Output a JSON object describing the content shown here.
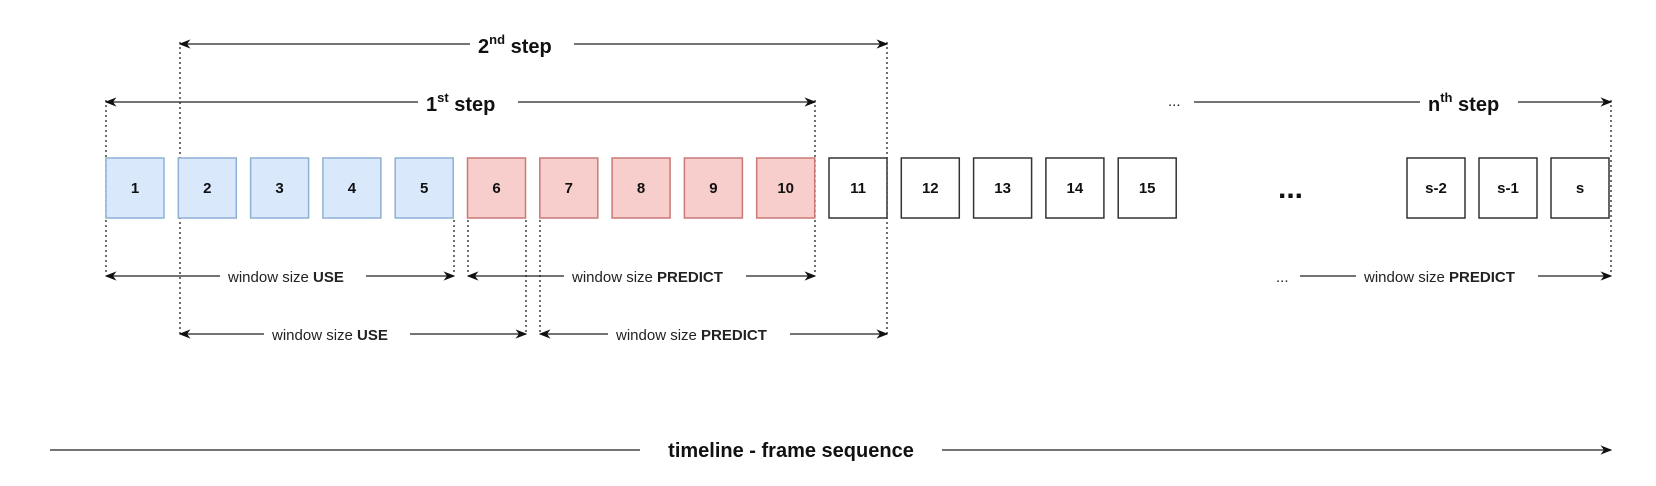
{
  "frames": [
    {
      "label": "1",
      "kind": "use"
    },
    {
      "label": "2",
      "kind": "use"
    },
    {
      "label": "3",
      "kind": "use"
    },
    {
      "label": "4",
      "kind": "use"
    },
    {
      "label": "5",
      "kind": "use"
    },
    {
      "label": "6",
      "kind": "predict"
    },
    {
      "label": "7",
      "kind": "predict"
    },
    {
      "label": "8",
      "kind": "predict"
    },
    {
      "label": "9",
      "kind": "predict"
    },
    {
      "label": "10",
      "kind": "predict"
    },
    {
      "label": "11",
      "kind": "plain"
    },
    {
      "label": "12",
      "kind": "plain"
    },
    {
      "label": "13",
      "kind": "plain"
    },
    {
      "label": "14",
      "kind": "plain"
    },
    {
      "label": "15",
      "kind": "plain"
    }
  ],
  "tail_frames": [
    {
      "label": "s-2",
      "kind": "plain"
    },
    {
      "label": "s-1",
      "kind": "plain"
    },
    {
      "label": "s",
      "kind": "plain"
    }
  ],
  "frames_ellipsis": "...",
  "steps": {
    "first": {
      "main": "1",
      "sup": "st",
      "rest": " step"
    },
    "second": {
      "main": "2",
      "sup": "nd",
      "rest": " step"
    },
    "nth": {
      "main": "n",
      "sup": "th",
      "rest": " step",
      "prefix": "..."
    }
  },
  "windows": {
    "use_1": {
      "prefix": "window size ",
      "bold": "USE"
    },
    "predict_1": {
      "prefix": "window size ",
      "bold": "PREDICT"
    },
    "use_2": {
      "prefix": "window size ",
      "bold": "USE"
    },
    "predict_2": {
      "prefix": "window size ",
      "bold": "PREDICT"
    },
    "predict_n": {
      "prefix": "window size ",
      "bold": "PREDICT",
      "leading": "..."
    }
  },
  "timeline": {
    "label": "timeline - frame sequence"
  },
  "colors": {
    "use_fill": "#dae8fc",
    "use_stroke": "#8fb0d6",
    "predict_fill": "#f8cecc",
    "predict_stroke": "#c97a78",
    "plain_fill": "#ffffff",
    "plain_stroke": "#333333"
  }
}
